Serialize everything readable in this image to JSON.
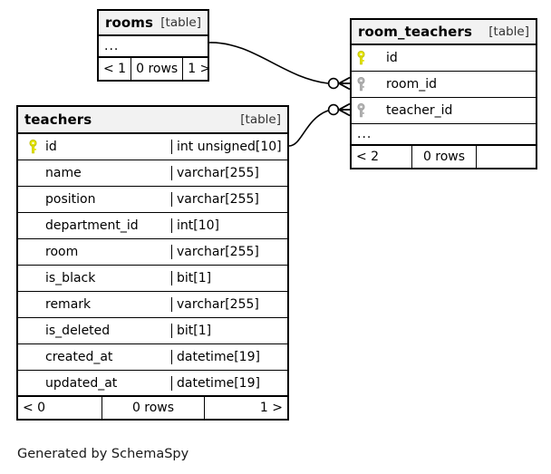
{
  "diagram": {
    "caption": "Generated by SchemaSpy",
    "table_tag": "[table]",
    "ellipsis": "...",
    "colors": {
      "primary_key": "#e6e600",
      "foreign_key": "#b3b3b3",
      "header_background": "#f2f2f2",
      "border": "#000000",
      "background": "#ffffff"
    }
  },
  "tables": {
    "rooms": {
      "name": "rooms",
      "tag": "[table]",
      "ellipsis": "...",
      "footer": {
        "prev": "< 1",
        "rows": "0 rows",
        "next": "1 >"
      }
    },
    "room_teachers": {
      "name": "room_teachers",
      "tag": "[table]",
      "ellipsis": "...",
      "columns": [
        {
          "name": "id",
          "key": "primary",
          "key_icon": "key-icon-primary"
        },
        {
          "name": "room_id",
          "key": "foreign",
          "key_icon": "key-icon-foreign"
        },
        {
          "name": "teacher_id",
          "key": "foreign",
          "key_icon": "key-icon-foreign"
        }
      ],
      "footer": {
        "prev": "< 2",
        "rows": "0 rows",
        "next": ""
      }
    },
    "teachers": {
      "name": "teachers",
      "tag": "[table]",
      "columns": [
        {
          "name": "id",
          "type": "int unsigned[10]",
          "key": "primary",
          "key_icon": "key-icon-primary"
        },
        {
          "name": "name",
          "type": "varchar[255]",
          "key": "none"
        },
        {
          "name": "position",
          "type": "varchar[255]",
          "key": "none"
        },
        {
          "name": "department_id",
          "type": "int[10]",
          "key": "none"
        },
        {
          "name": "room",
          "type": "varchar[255]",
          "key": "none"
        },
        {
          "name": "is_black",
          "type": "bit[1]",
          "key": "none"
        },
        {
          "name": "remark",
          "type": "varchar[255]",
          "key": "none"
        },
        {
          "name": "is_deleted",
          "type": "bit[1]",
          "key": "none"
        },
        {
          "name": "created_at",
          "type": "datetime[19]",
          "key": "none"
        },
        {
          "name": "updated_at",
          "type": "datetime[19]",
          "key": "none"
        }
      ],
      "footer": {
        "prev": "< 0",
        "rows": "0 rows",
        "next": "1 >"
      }
    }
  },
  "relationships": [
    {
      "name": "rooms-to-room-teachers",
      "from_table": "rooms",
      "to_table": "room_teachers",
      "to_column": "room_id",
      "notation": "zero-or-many"
    },
    {
      "name": "teachers-to-room-teachers",
      "from_table": "teachers",
      "from_column": "id",
      "to_table": "room_teachers",
      "to_column": "teacher_id",
      "notation": "zero-or-many"
    }
  ]
}
